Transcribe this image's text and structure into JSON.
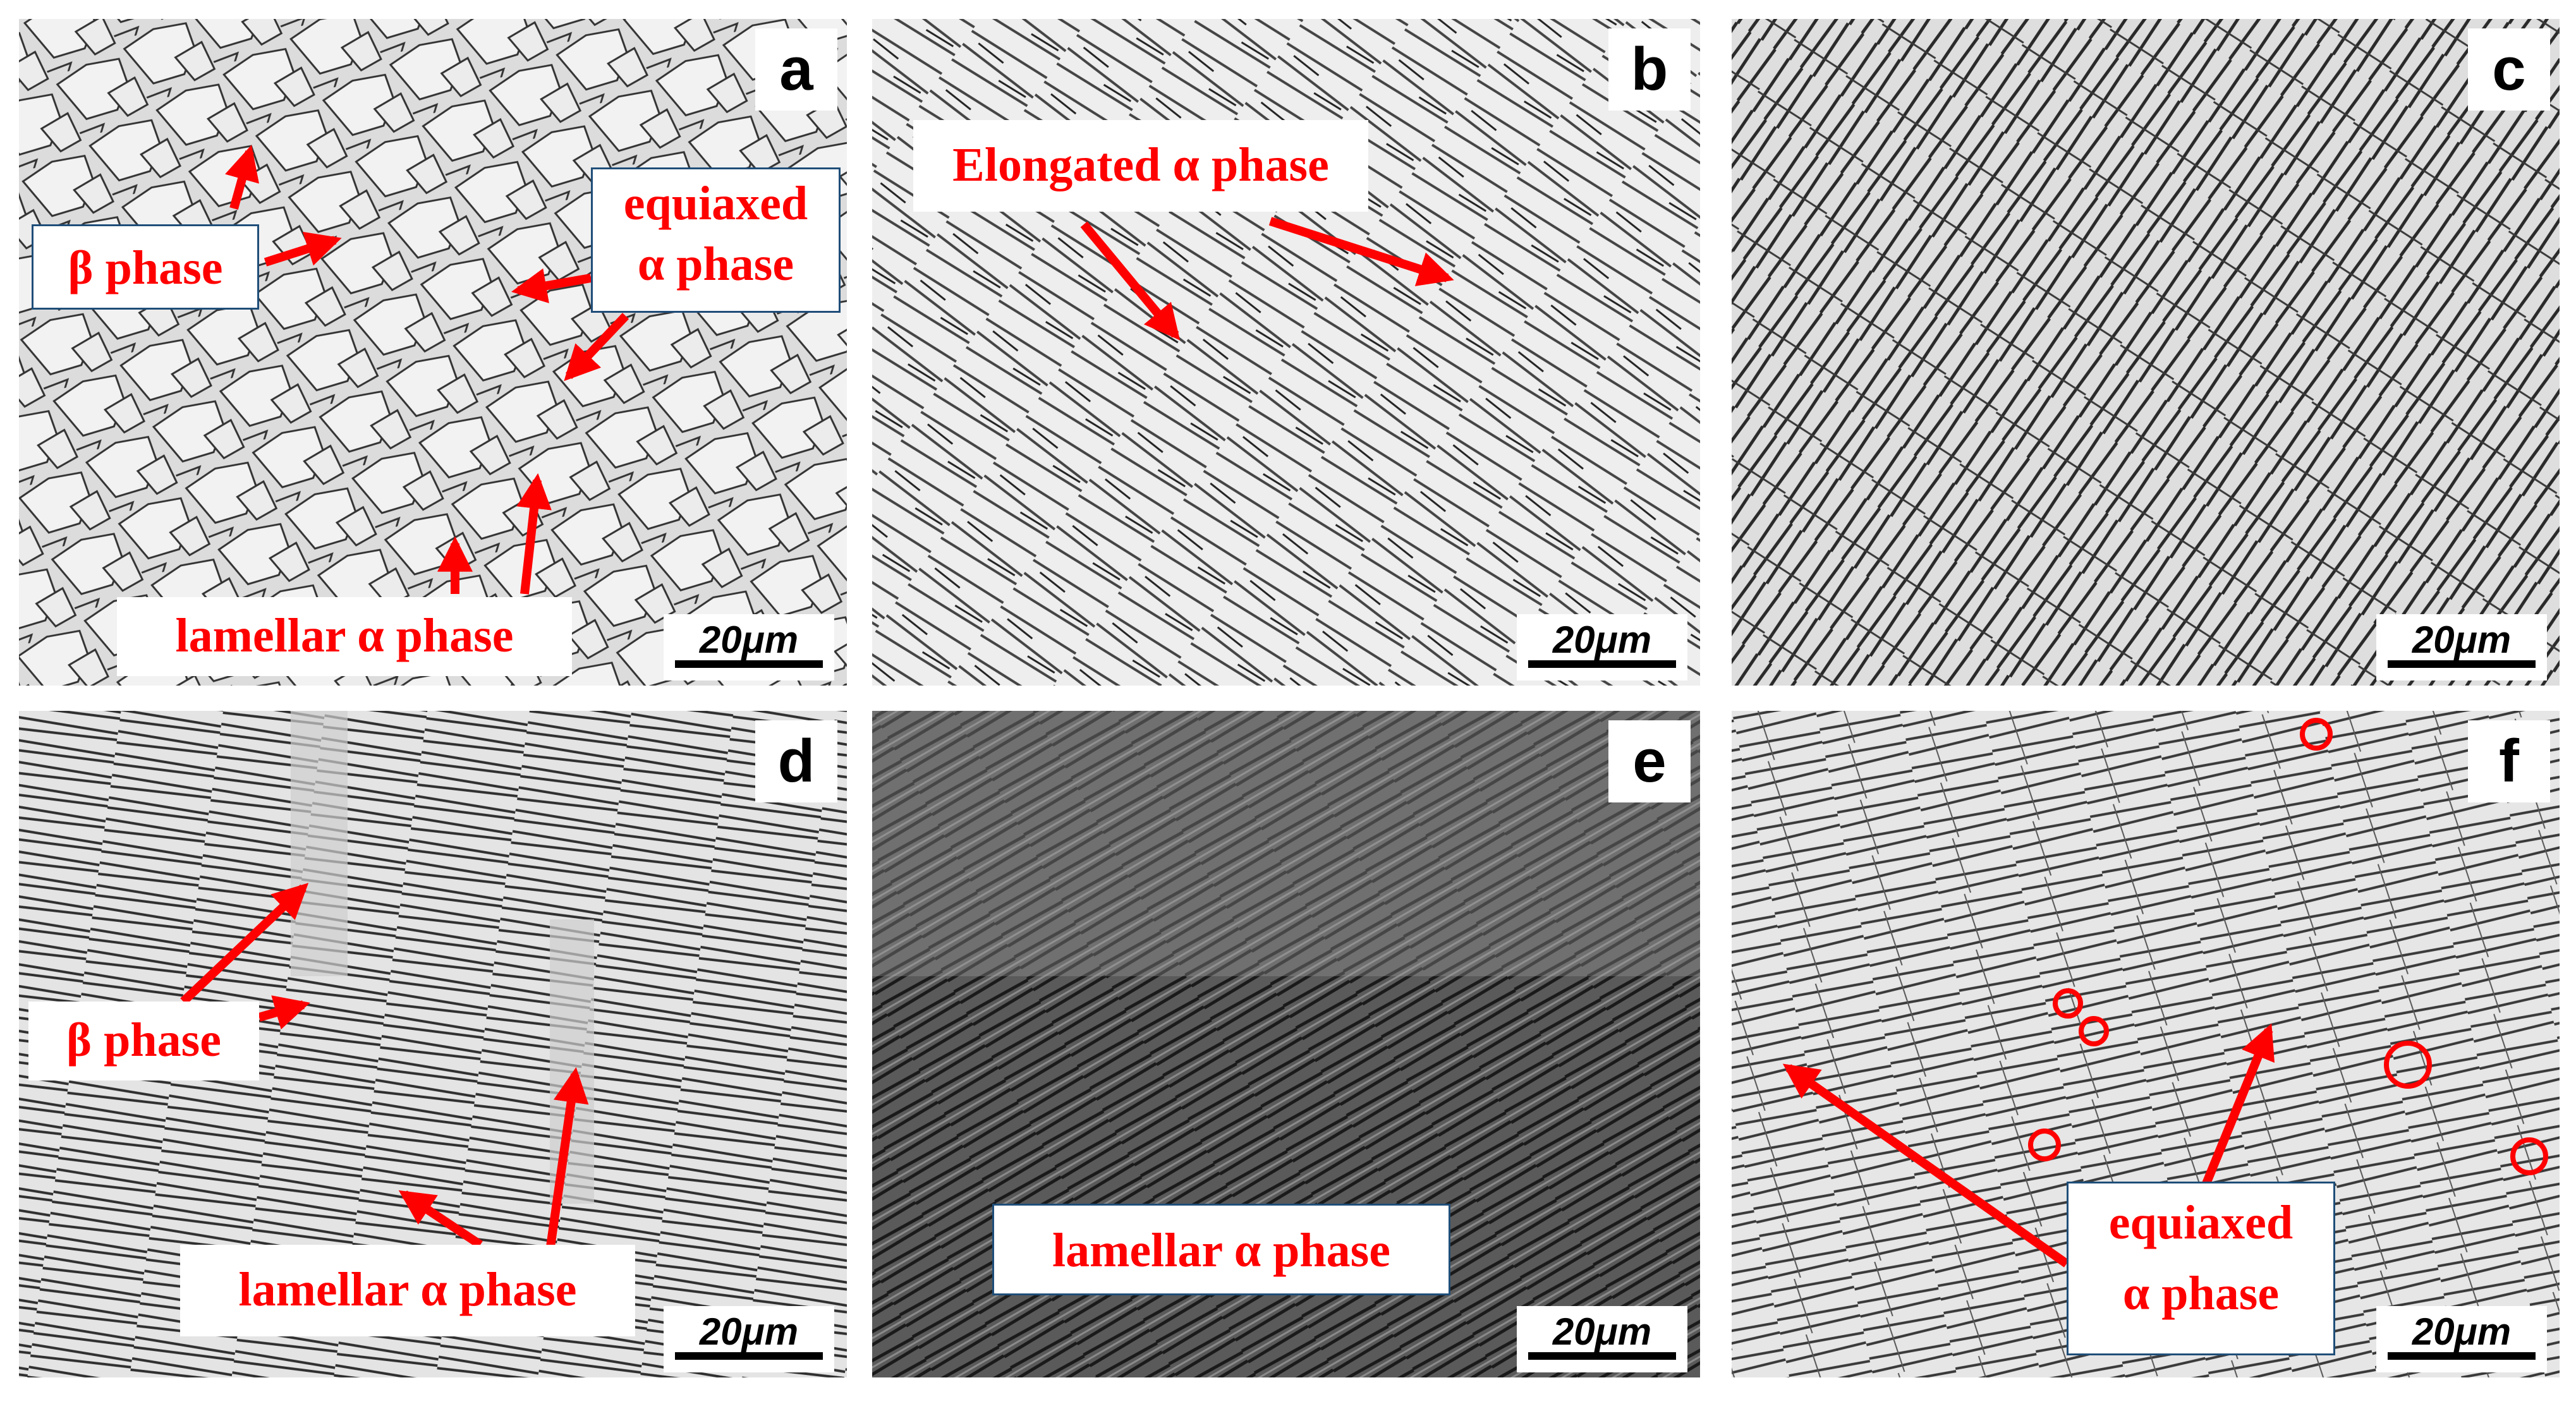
{
  "colors": {
    "annotation": "#ff0000",
    "label_border": "#1f4e79",
    "panel_e_bg": "#4a4a4a",
    "panel_bg": "#e8e8e8"
  },
  "panels": [
    {
      "letter": "a",
      "scale": "20μm",
      "labels": [
        "β phase",
        "equiaxed",
        "α phase",
        "lamellar α phase"
      ]
    },
    {
      "letter": "b",
      "scale": "20μm",
      "labels": [
        "Elongated α phase"
      ]
    },
    {
      "letter": "c",
      "scale": "20μm",
      "labels": []
    },
    {
      "letter": "d",
      "scale": "20μm",
      "labels": [
        "β phase",
        "lamellar α phase"
      ]
    },
    {
      "letter": "e",
      "scale": "20μm",
      "labels": [
        "lamellar α phase"
      ]
    },
    {
      "letter": "f",
      "scale": "20μm",
      "labels": [
        "equiaxed",
        "α phase"
      ]
    }
  ]
}
